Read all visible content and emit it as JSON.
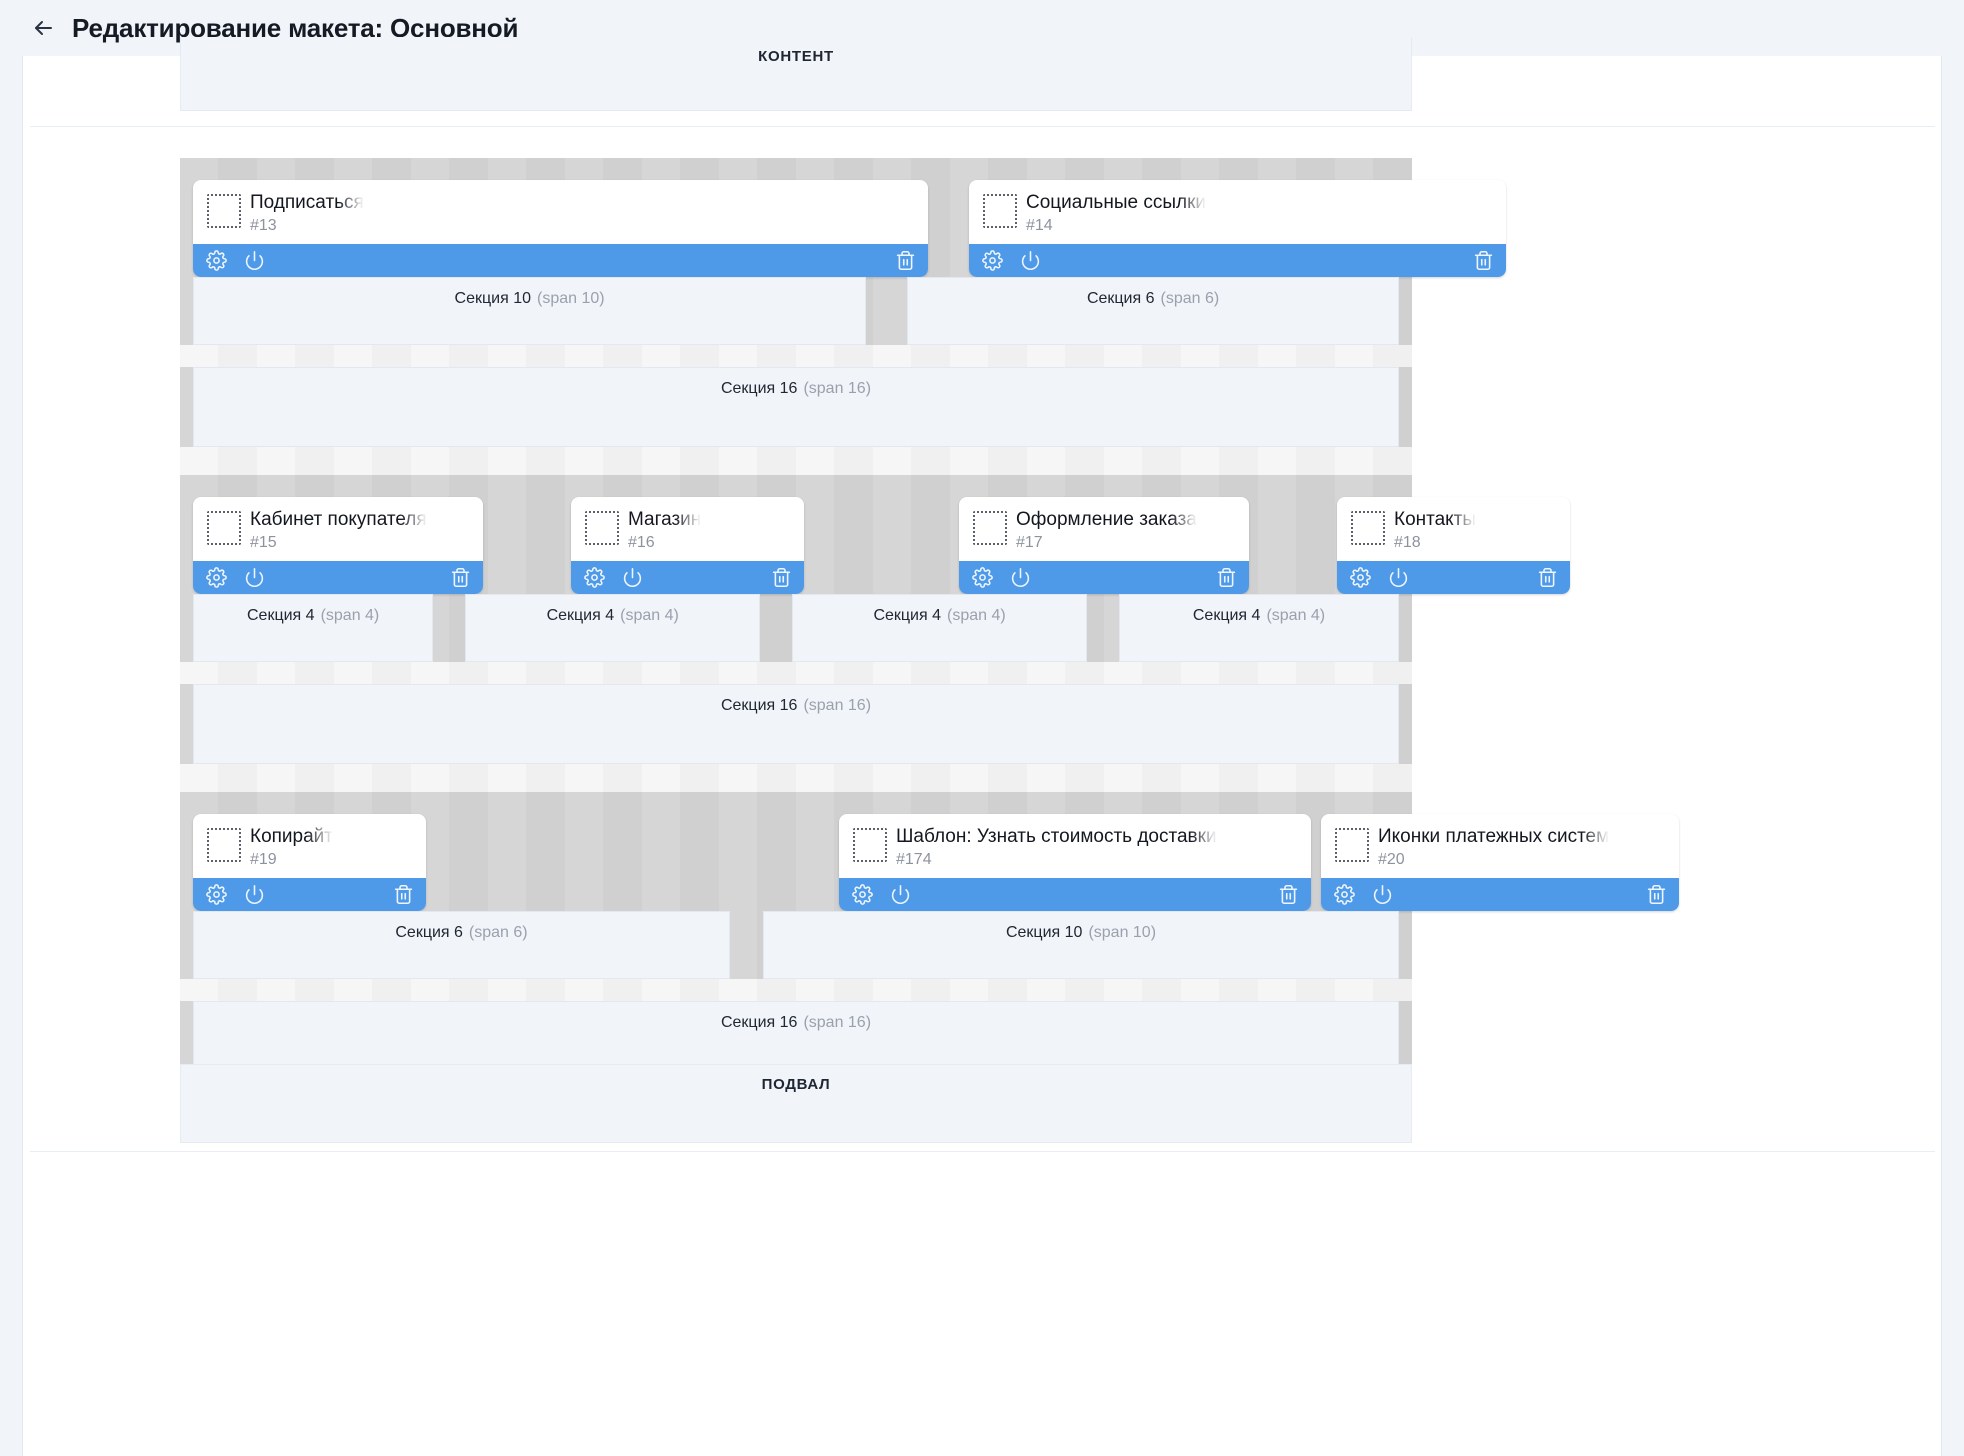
{
  "header": {
    "back_icon": "arrow-left-icon",
    "title": "Редактирование макета: Основной"
  },
  "bands": {
    "content_label": "КОНТЕНТ",
    "footer_label": "ПОДВАЛ"
  },
  "toolbar_icons": {
    "settings": "gear-icon",
    "power": "power-icon",
    "delete": "trash-icon",
    "drag": "drag-handle-icon"
  },
  "colors": {
    "toolbar_blue": "#4f9ae8",
    "section_fill": "#f1f4f9",
    "gutter_gray": "#d6d6d6",
    "page_bg": "#f1f4f9"
  },
  "rows": [
    {
      "widgets": [
        {
          "title": "Подписаться",
          "id": "#13"
        },
        {
          "title": "Социальные ссылки",
          "id": "#14"
        }
      ],
      "sections": [
        {
          "name": "Секция 10",
          "span": "(span 10)"
        },
        {
          "name": "Секция 6",
          "span": "(span 6)"
        }
      ],
      "wide_section": {
        "name": "Секция 16",
        "span": "(span 16)"
      }
    },
    {
      "widgets": [
        {
          "title": "Кабинет покупателя",
          "id": "#15"
        },
        {
          "title": "Магазин",
          "id": "#16"
        },
        {
          "title": "Оформление заказа",
          "id": "#17"
        },
        {
          "title": "Контакты",
          "id": "#18"
        }
      ],
      "sections": [
        {
          "name": "Секция 4",
          "span": "(span 4)"
        },
        {
          "name": "Секция 4",
          "span": "(span 4)"
        },
        {
          "name": "Секция 4",
          "span": "(span 4)"
        },
        {
          "name": "Секция 4",
          "span": "(span 4)"
        }
      ],
      "wide_section": {
        "name": "Секция 16",
        "span": "(span 16)"
      }
    },
    {
      "widgets": [
        {
          "title": "Копирайт",
          "id": "#19"
        },
        {
          "title": "Шаблон: Узнать стоимость доставки",
          "id": "#174"
        },
        {
          "title": "Иконки платежных систем",
          "id": "#20"
        }
      ],
      "sections": [
        {
          "name": "Секция 6",
          "span": "(span 6)"
        },
        {
          "name": "Секция 10",
          "span": "(span 10)"
        }
      ],
      "wide_section": {
        "name": "Секция 16",
        "span": "(span 16)"
      }
    }
  ]
}
